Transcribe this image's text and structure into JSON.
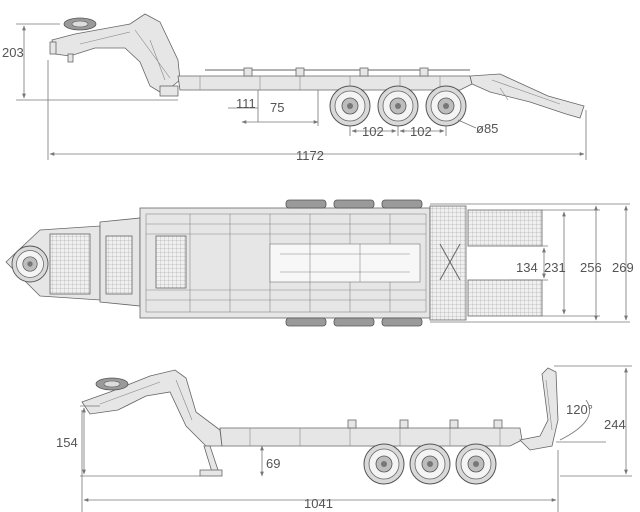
{
  "title": "",
  "dimensions": {
    "top_view": {
      "height": "203",
      "gooseneck_offset": "111",
      "spacing_75": "75",
      "axle_spacing_1": "102",
      "axle_spacing_2": "102",
      "wheel_diameter": "ø85",
      "overall_length": "1172"
    },
    "plan_view": {
      "ramp_gap": "134",
      "ramp_width": "231",
      "deck_width": "256",
      "overall_width": "269"
    },
    "side_view": {
      "deck_height": "154",
      "ground_clearance": "69",
      "ramp_angle": "120°",
      "ramp_height": "244",
      "length": "1041"
    }
  },
  "colors": {
    "line": "#666666",
    "dimension": "#777777",
    "text": "#555555"
  }
}
